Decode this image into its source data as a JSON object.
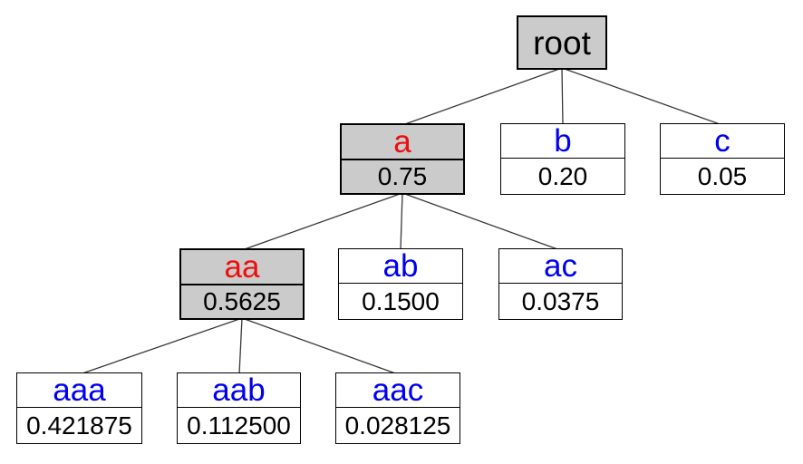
{
  "diagram_type": "probability-tree",
  "colors": {
    "highlighted_fill": "#cbcbcb",
    "default_fill": "#ffffff",
    "border": "#000000",
    "edge_line": "#383838",
    "highlighted_label": "#ee0e0e",
    "label": "#0000ee",
    "value_text": "#000000",
    "root_label": "#000000"
  },
  "nodes": [
    {
      "id": "root",
      "label": "root",
      "highlighted": true
    },
    {
      "id": "a",
      "label": "a",
      "value": "0.75",
      "parent": "root",
      "highlighted": true
    },
    {
      "id": "b",
      "label": "b",
      "value": "0.20",
      "parent": "root",
      "highlighted": false
    },
    {
      "id": "c",
      "label": "c",
      "value": "0.05",
      "parent": "root",
      "highlighted": false
    },
    {
      "id": "aa",
      "label": "aa",
      "value": "0.5625",
      "parent": "a",
      "highlighted": true
    },
    {
      "id": "ab",
      "label": "ab",
      "value": "0.1500",
      "parent": "a",
      "highlighted": false
    },
    {
      "id": "ac",
      "label": "ac",
      "value": "0.0375",
      "parent": "a",
      "highlighted": false
    },
    {
      "id": "aaa",
      "label": "aaa",
      "value": "0.421875",
      "parent": "aa",
      "highlighted": false
    },
    {
      "id": "aab",
      "label": "aab",
      "value": "0.112500",
      "parent": "aa",
      "highlighted": false
    },
    {
      "id": "aac",
      "label": "aac",
      "value": "0.028125",
      "parent": "aa",
      "highlighted": false
    }
  ],
  "edges": [
    {
      "from": "root",
      "to": "a"
    },
    {
      "from": "root",
      "to": "b"
    },
    {
      "from": "root",
      "to": "c"
    },
    {
      "from": "a",
      "to": "aa"
    },
    {
      "from": "a",
      "to": "ab"
    },
    {
      "from": "a",
      "to": "ac"
    },
    {
      "from": "aa",
      "to": "aaa"
    },
    {
      "from": "aa",
      "to": "aab"
    },
    {
      "from": "aa",
      "to": "aac"
    }
  ]
}
